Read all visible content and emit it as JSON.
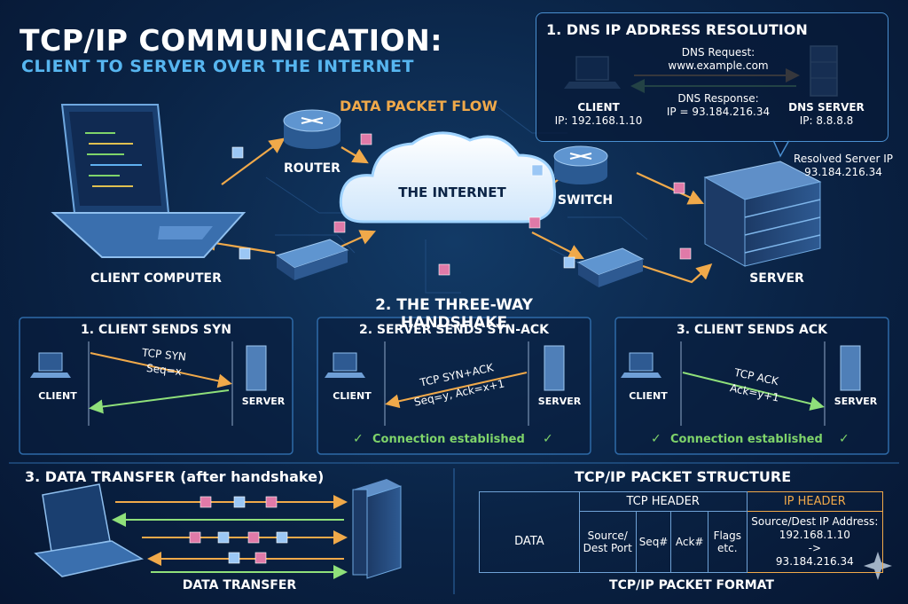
{
  "title": {
    "line1": "TCP/IP COMMUNICATION:",
    "line2": "CLIENT TO SERVER OVER THE INTERNET"
  },
  "flow": {
    "title": "DATA PACKET FLOW",
    "client_computer": "CLIENT COMPUTER",
    "router": "ROUTER",
    "internet": "THE INTERNET",
    "switch": "SWITCH",
    "server": "SERVER",
    "resolved_label": "Resolved Server IP",
    "resolved_ip": "93.184.216.34"
  },
  "dns": {
    "title": "1. DNS IP ADDRESS RESOLUTION",
    "request_label": "DNS Request:",
    "request_value": "www.example.com",
    "response_label": "DNS Response:",
    "response_value": "IP = 93.184.216.34",
    "client_label": "CLIENT",
    "client_ip": "IP: 192.168.1.10",
    "server_label": "DNS SERVER",
    "server_ip": "IP: 8.8.8.8"
  },
  "handshake": {
    "title": "2. THE THREE-WAY HANDSHAKE",
    "steps": [
      {
        "title": "1. CLIENT SENDS SYN",
        "msg1": "TCP SYN",
        "msg2": "Seq=x",
        "client": "CLIENT",
        "server": "SERVER",
        "status": ""
      },
      {
        "title": "2. SERVER SENDS SYN-ACK",
        "msg1": "TCP SYN+ACK",
        "msg2": "Seq=y, Ack=x+1",
        "client": "CLIENT",
        "server": "SERVER",
        "status": "Connection established"
      },
      {
        "title": "3. CLIENT SENDS ACK",
        "msg1": "TCP ACK",
        "msg2": "Ack=y+1",
        "client": "CLIENT",
        "server": "SERVER",
        "status": "Connection established"
      }
    ]
  },
  "transfer": {
    "title": "3. DATA TRANSFER (after handshake)",
    "caption": "DATA TRANSFER"
  },
  "packet": {
    "title": "TCP/IP PACKET STRUCTURE",
    "caption": "TCP/IP PACKET FORMAT",
    "tcp_header": "TCP HEADER",
    "ip_header": "IP HEADER",
    "data": "DATA",
    "src_dest_port": "Source/ Dest Port",
    "seq": "Seq#",
    "ack": "Ack#",
    "flags": "Flags etc.",
    "ip_addr_label": "Source/Dest IP Address:",
    "ip_src": "192.168.1.10",
    "ip_arrow": "->",
    "ip_dst": "93.184.216.34"
  },
  "colors": {
    "accent_orange": "#f0a94a",
    "accent_blue": "#57b6f0",
    "arrow_green": "#8fe07a",
    "panel_border": "#2e6aa8"
  }
}
